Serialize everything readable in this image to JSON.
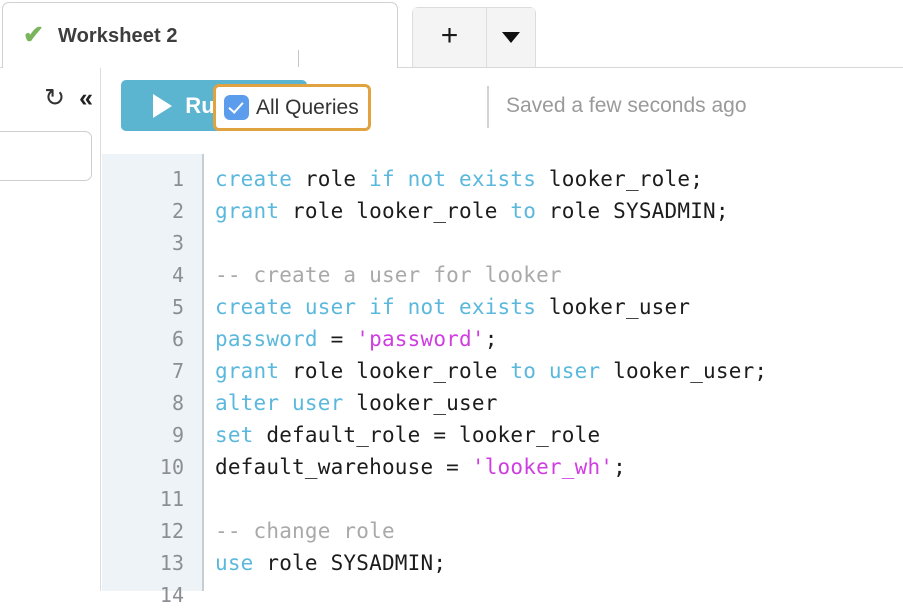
{
  "tabbar": {
    "active_tab": {
      "title": "Worksheet 2",
      "status_icon": "check-icon"
    },
    "add_tab_label": "+",
    "menu_caret_label": "▼"
  },
  "left_rail": {
    "refresh_icon": "refresh-icon",
    "collapse_icon": "collapse-left-icon",
    "search_value": "",
    "search_placeholder": ""
  },
  "toolbar": {
    "run_label": "Run (16)",
    "run_icon": "play-icon",
    "run_color": "#5bb4d0",
    "all_queries_label": "All Queries",
    "all_queries_checked": true,
    "checkbox_color": "#5b9ced",
    "focus_ring_color": "#e0a340",
    "saved_status": "Saved a few seconds ago"
  },
  "editor": {
    "language": "sql",
    "gutter_bg": "#edf3f7",
    "keyword_color": "#5bb8dd",
    "string_color": "#cf3ee0",
    "comment_color": "#a9a9a9",
    "text_color": "#1c1c1c",
    "lines": [
      {
        "num": "1",
        "tokens": [
          {
            "t": "create",
            "c": "k"
          },
          {
            "t": " role ",
            "c": "p"
          },
          {
            "t": "if not exists",
            "c": "k"
          },
          {
            "t": " looker_role;",
            "c": "p"
          }
        ]
      },
      {
        "num": "2",
        "tokens": [
          {
            "t": "grant",
            "c": "k"
          },
          {
            "t": " role looker_role ",
            "c": "p"
          },
          {
            "t": "to",
            "c": "k"
          },
          {
            "t": " role SYSADMIN;",
            "c": "p"
          }
        ]
      },
      {
        "num": "3",
        "tokens": []
      },
      {
        "num": "4",
        "tokens": [
          {
            "t": "-- create a user for looker",
            "c": "c"
          }
        ]
      },
      {
        "num": "5",
        "tokens": [
          {
            "t": "create user if not exists",
            "c": "k"
          },
          {
            "t": " looker_user",
            "c": "p"
          }
        ]
      },
      {
        "num": "6",
        "tokens": [
          {
            "t": "password",
            "c": "k"
          },
          {
            "t": " = ",
            "c": "p"
          },
          {
            "t": "'password'",
            "c": "s"
          },
          {
            "t": ";",
            "c": "p"
          }
        ]
      },
      {
        "num": "7",
        "tokens": [
          {
            "t": "grant",
            "c": "k"
          },
          {
            "t": " role looker_role ",
            "c": "p"
          },
          {
            "t": "to user",
            "c": "k"
          },
          {
            "t": " looker_user;",
            "c": "p"
          }
        ]
      },
      {
        "num": "8",
        "tokens": [
          {
            "t": "alter user",
            "c": "k"
          },
          {
            "t": " looker_user",
            "c": "p"
          }
        ]
      },
      {
        "num": "9",
        "tokens": [
          {
            "t": "set",
            "c": "k"
          },
          {
            "t": " default_role = looker_role",
            "c": "p"
          }
        ]
      },
      {
        "num": "10",
        "tokens": [
          {
            "t": "default_warehouse = ",
            "c": "p"
          },
          {
            "t": "'looker_wh'",
            "c": "s"
          },
          {
            "t": ";",
            "c": "p"
          }
        ]
      },
      {
        "num": "11",
        "tokens": []
      },
      {
        "num": "12",
        "tokens": [
          {
            "t": "-- change role",
            "c": "c"
          }
        ]
      },
      {
        "num": "13",
        "tokens": [
          {
            "t": "use",
            "c": "k"
          },
          {
            "t": " role SYSADMIN;",
            "c": "p"
          }
        ]
      },
      {
        "num": "14",
        "tokens": []
      }
    ]
  }
}
